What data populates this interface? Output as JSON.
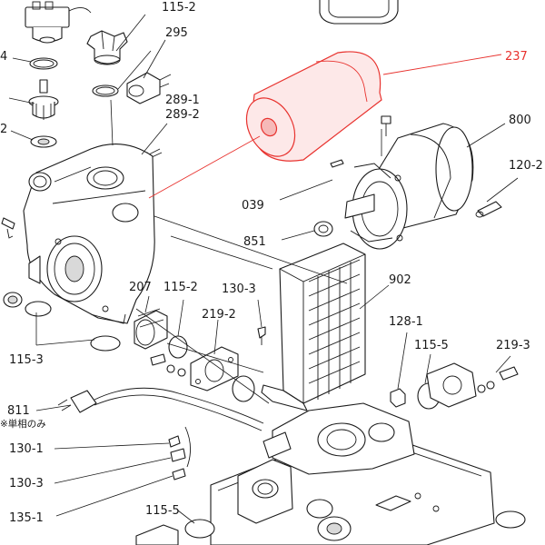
{
  "colors": {
    "highlight": "#e8322e",
    "highlight_fill": "#fde8e8",
    "ink": "#1a1a1a"
  },
  "labels": {
    "p237": "237",
    "p800": "800",
    "p120_2": "120-2",
    "p115_2_top": "115-2",
    "p295": "295",
    "p289_1": "289-1",
    "p289_2": "289-2",
    "p039": "039",
    "p851": "851",
    "p902": "902",
    "p207": "207",
    "p115_2_mid": "115-2",
    "p130_3_top": "130-3",
    "p219_2": "219-2",
    "p128_1": "128-1",
    "p115_5_right": "115-5",
    "p219_3": "219-3",
    "p115_3": "115-3",
    "p811": "811",
    "note_811": "※単相のみ",
    "p130_1": "130-1",
    "p130_3_bottom": "130-3",
    "p135_1": "135-1",
    "p115_5_bottom": "115-5",
    "p_left_4": "4",
    "p_left_2": "2"
  }
}
